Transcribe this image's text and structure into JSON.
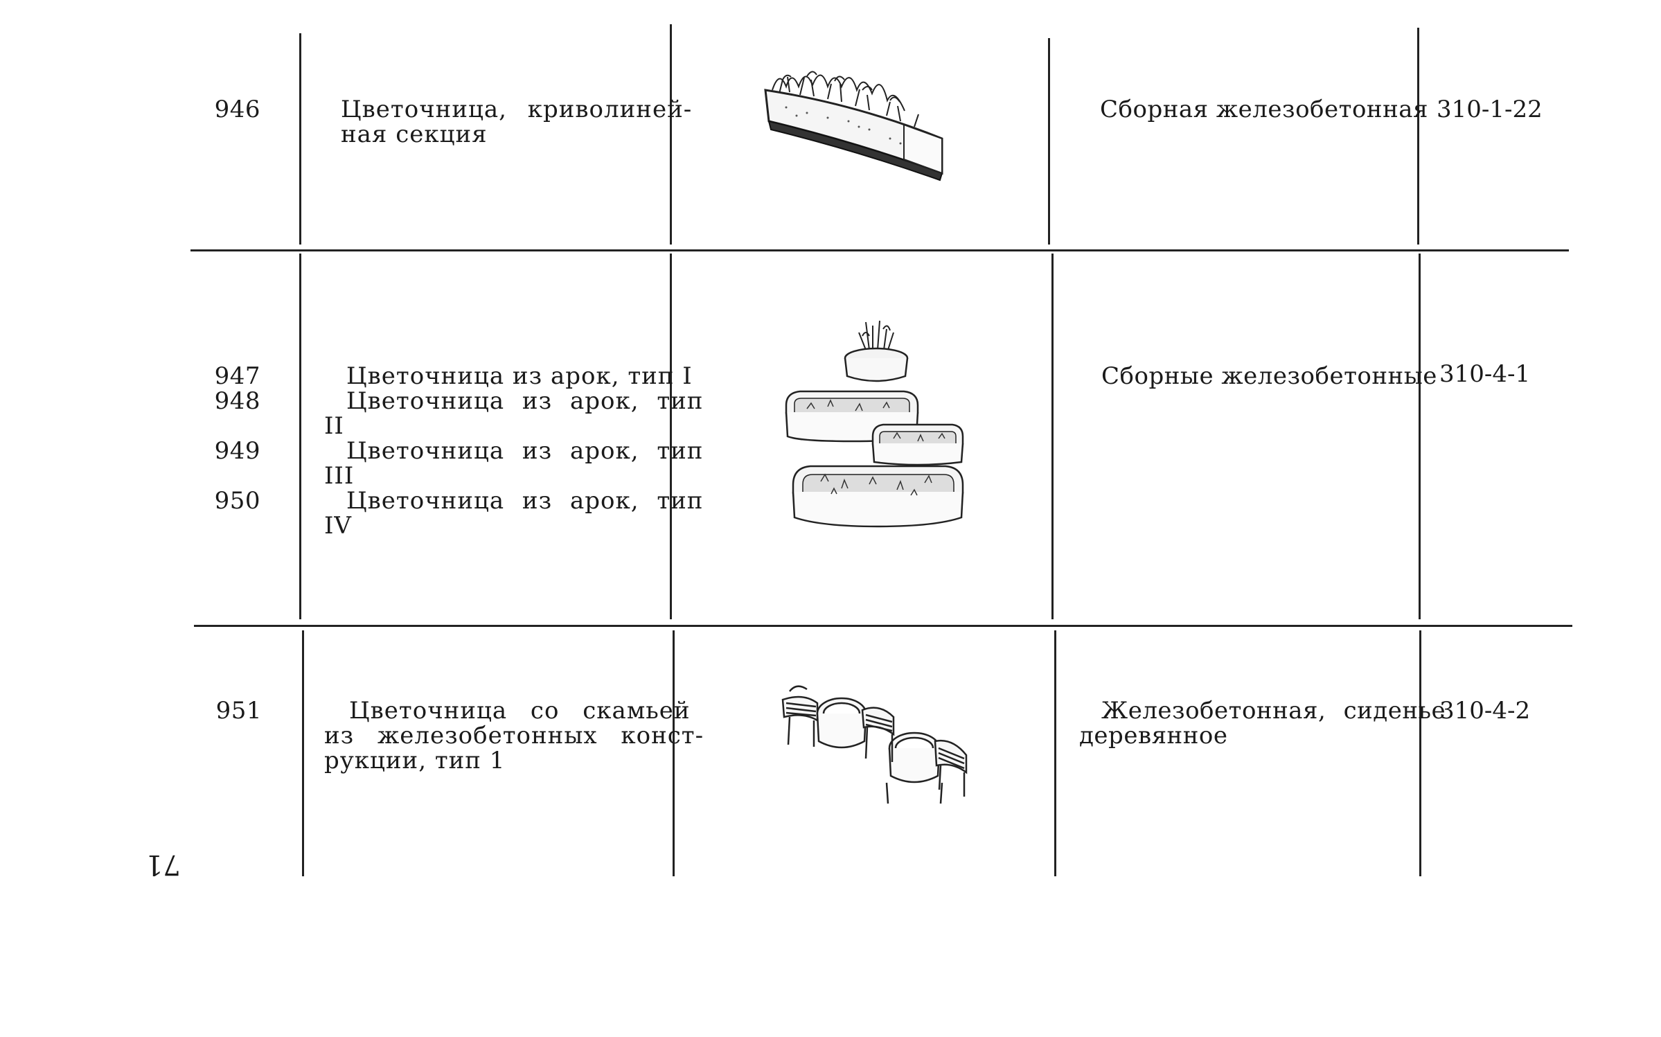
{
  "page_number": "71",
  "rows": [
    {
      "numbers": [
        "946"
      ],
      "description_lines": [
        "Цветочница, криволиней-",
        "ная секция"
      ],
      "illustration": "curved-planter-illustration",
      "material": "Сборная железобетонная",
      "code": "310-1-22"
    },
    {
      "numbers": [
        "947",
        "948",
        "949",
        "950"
      ],
      "description_lines": [
        "Цветочница из арок, тип I",
        "Цветочница из арок, тип",
        "II",
        "Цветочница из арок, тип",
        "III",
        "Цветочница из арок, тип",
        "IV"
      ],
      "illustration": "arch-planters-illustration",
      "material": "Сборные железобетонные",
      "code": "310-4-1"
    },
    {
      "numbers": [
        "951"
      ],
      "description_lines": [
        "Цветочница со скамьей",
        "из железобетонных конст-",
        "рукции, тип 1"
      ],
      "illustration": "planter-bench-illustration",
      "material_lines": [
        "Железобетонная, сиденье",
        "деревянное"
      ],
      "code": "310-4-2"
    }
  ]
}
